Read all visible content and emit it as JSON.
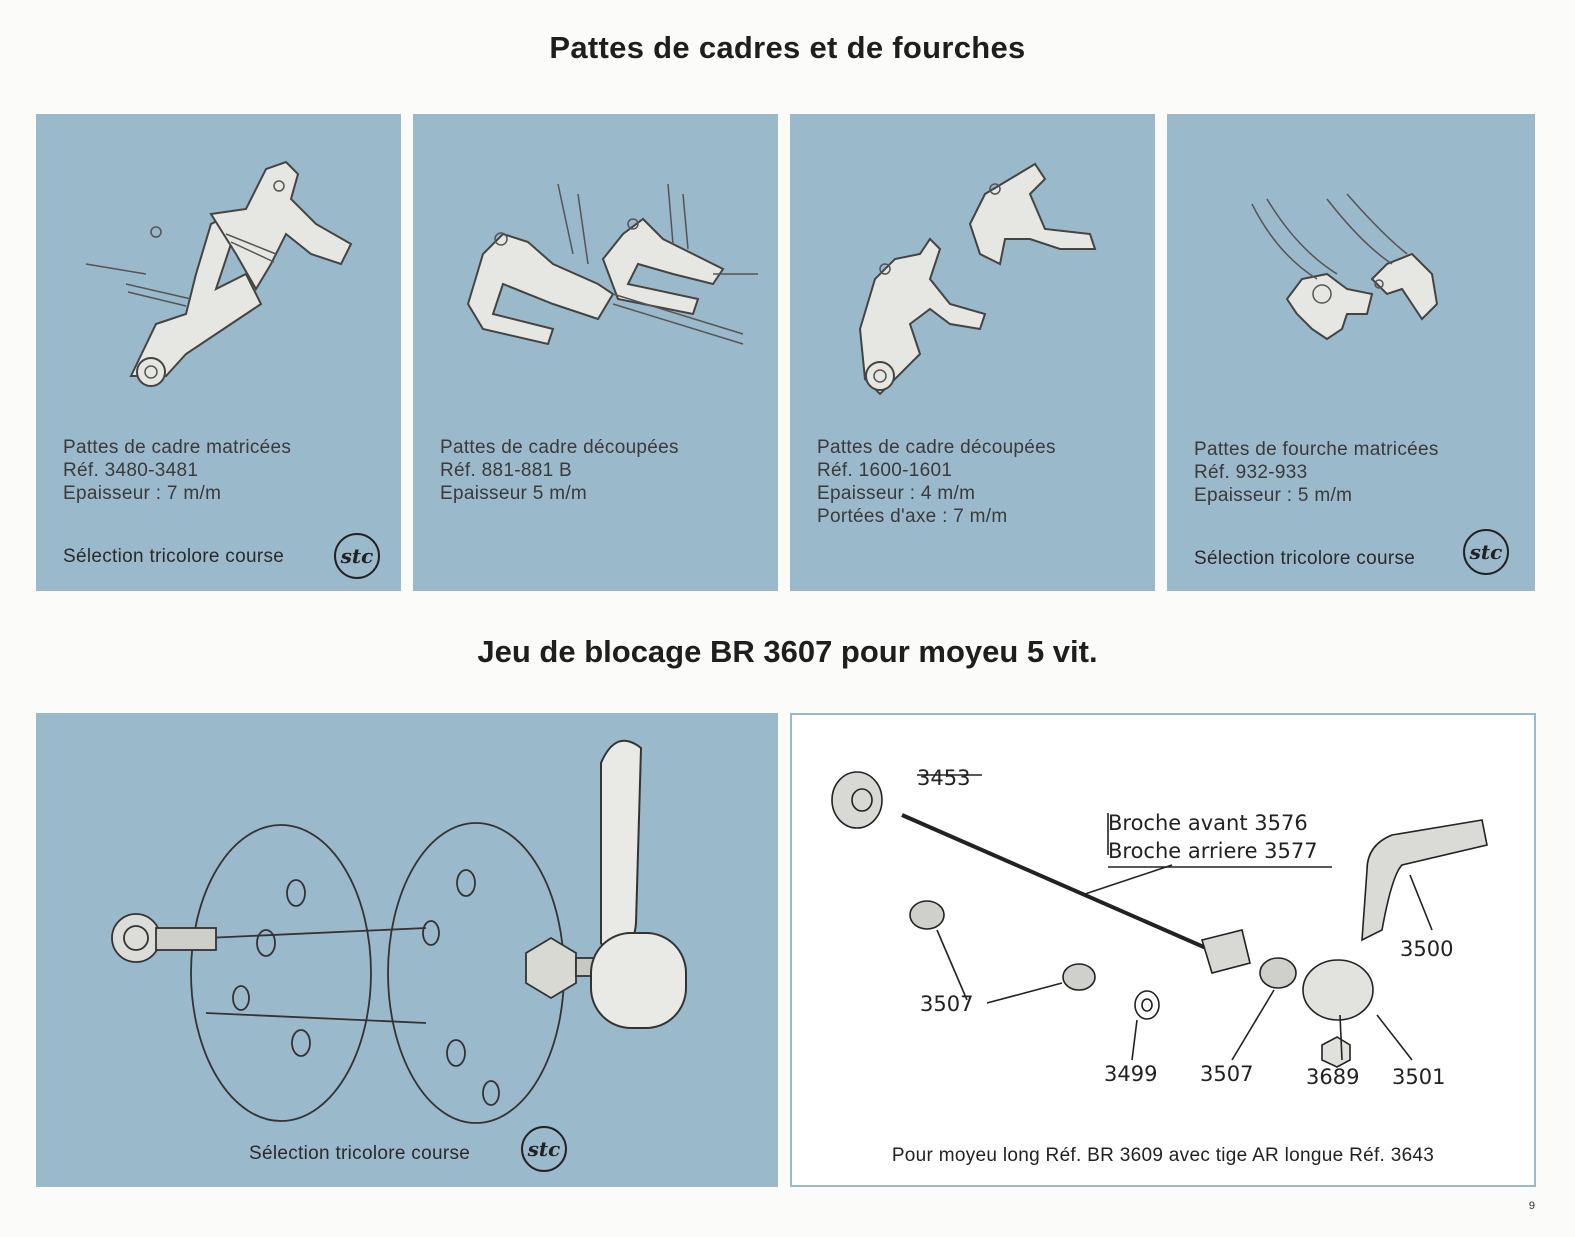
{
  "section1": {
    "title": "Pattes de cadres et de fourches",
    "panels": [
      {
        "lines": [
          "Pattes de cadre matricées",
          "Réf. 3480-3481",
          "Epaisseur : 7 m/m"
        ],
        "selection": "Sélection tricolore course",
        "logo": "stc"
      },
      {
        "lines": [
          "Pattes de cadre découpées",
          "Réf. 881-881 B",
          "Epaisseur 5 m/m"
        ]
      },
      {
        "lines": [
          "Pattes de cadre découpées",
          "Réf. 1600-1601",
          "Epaisseur : 4 m/m",
          "Portées d'axe : 7 m/m"
        ]
      },
      {
        "lines": [
          "Pattes de fourche matricées",
          "Réf. 932-933",
          "Epaisseur : 5 m/m"
        ],
        "selection": "Sélection tricolore course",
        "logo": "stc"
      }
    ]
  },
  "section2": {
    "title": "Jeu de blocage BR 3607 pour moyeu 5 vit.",
    "left_panel": {
      "selection": "Sélection tricolore course",
      "logo": "stc"
    },
    "diagram": {
      "broche_avant": "Broche avant 3576",
      "broche_arriere": "Broche arriere 3577",
      "parts": [
        "3453",
        "3500",
        "3507",
        "3499",
        "3507",
        "3689",
        "3501"
      ],
      "note": "Pour moyeu long Réf. BR 3609 avec tige AR longue Réf. 3643"
    }
  },
  "page_number": "9",
  "colors": {
    "panel_blue": "#9ab9cb",
    "background": "#fbfbf9"
  }
}
